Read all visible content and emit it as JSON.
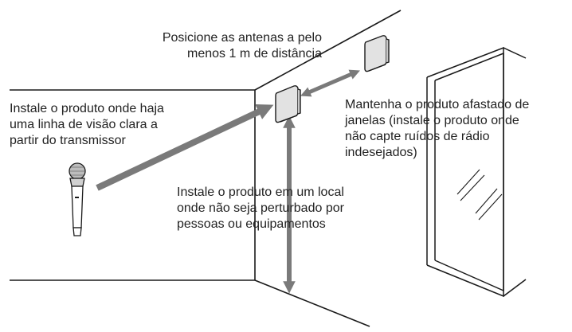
{
  "diagram": {
    "colors": {
      "line": "#1a1a1a",
      "arrow": "#7a7a7a",
      "receiver_fill": "#e2e2e2",
      "text": "#222222"
    },
    "icons": [
      "receiver-icon",
      "microphone-icon",
      "double-arrow-icon",
      "window-icon"
    ],
    "labels": {
      "antennas": [
        "Posicione as antenas a pelo",
        "menos 1 m de distância"
      ],
      "sightline": [
        "Instale o produto onde haja",
        "uma linha de visão clara a",
        "partir do transmissor"
      ],
      "windows": [
        "Mantenha o produto afastado de",
        "janelas (instale o produto onde",
        "não capte ruídos de rádio",
        "indesejados)"
      ],
      "location": [
        "Instale o produto em um local",
        "onde não seja perturbado por",
        "pessoas ou equipamentos"
      ]
    }
  }
}
